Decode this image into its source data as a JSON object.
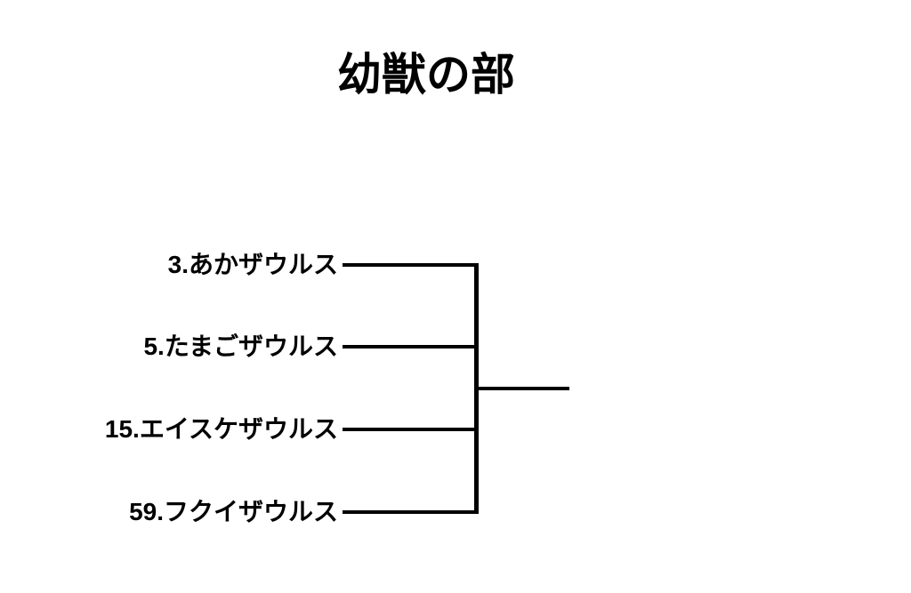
{
  "title": "幼獣の部",
  "colors": {
    "background": "#ffffff",
    "text": "#000000",
    "line": "#000000"
  },
  "bracket": {
    "round_size": 4,
    "participants": [
      {
        "label": "3.あかザウルス"
      },
      {
        "label": "5.たまごザウルス"
      },
      {
        "label": "15.エイスケザウルス"
      },
      {
        "label": "59.フクイザウルス"
      }
    ]
  }
}
